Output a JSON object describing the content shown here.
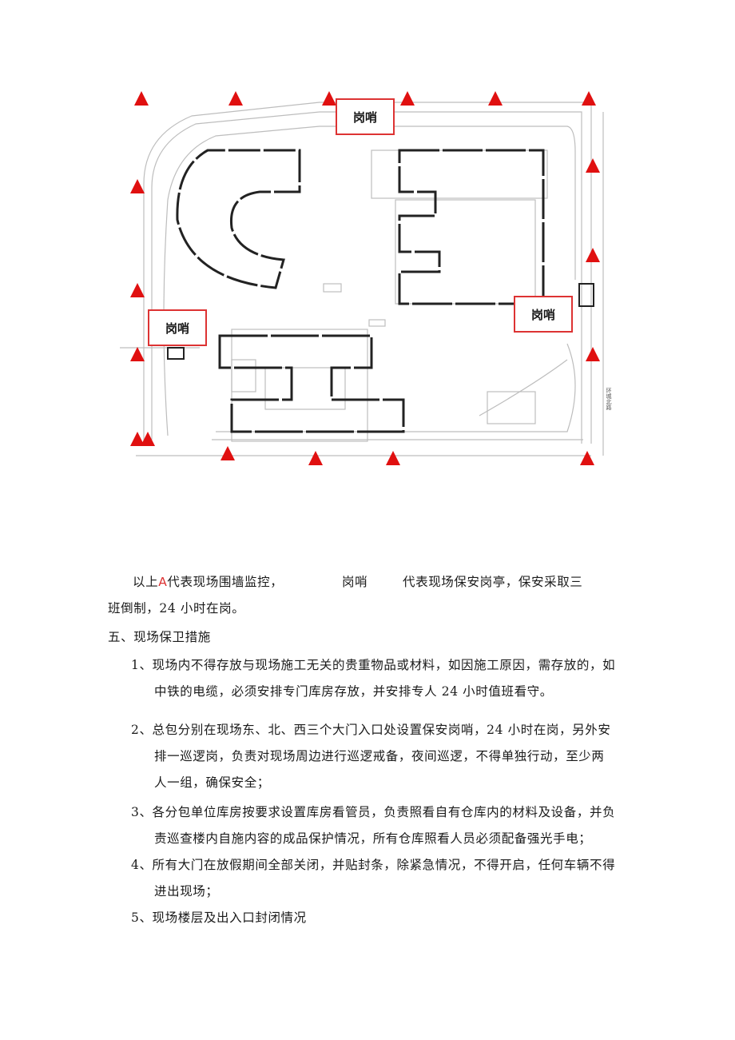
{
  "site_plan": {
    "guard_post_label": "岗哨",
    "road_label": "环城北路",
    "colors": {
      "monitor_marker": "#e01010",
      "guard_box_border": "#d33333",
      "building_outline": "#222222",
      "road_line": "#bbbbbb"
    }
  },
  "legend": {
    "prefix": "以上",
    "marker_symbol": "A",
    "marker_desc": "代表现场围墙监控，",
    "post_label": "岗哨",
    "post_desc": "代表现场保安岗亭，保安采取三",
    "continuation": "班倒制，24 小时在岗。"
  },
  "section": {
    "heading": "五、现场保卫措施",
    "items": [
      {
        "lines": [
          "1、现场内不得存放与现场施工无关的贵重物品或材料，如因施工原因，需存放的，如",
          "中铁的电缆，必须安排专门库房存放，并安排专人 24 小时值班看守。"
        ]
      },
      {
        "lines": [
          "2、总包分别在现场东、北、西三个大门入口处设置保安岗哨，24 小时在岗，另外安",
          "排一巡逻岗，负责对现场周边进行巡逻戒备，夜间巡逻，不得单独行动，至少两",
          "人一组，确保安全；"
        ]
      },
      {
        "lines": [
          "3、各分包单位库房按要求设置库房看管员，负责照看自有仓库内的材料及设备，并负",
          "责巡查楼内自施内容的成品保护情况，所有仓库照看人员必须配备强光手电；"
        ]
      },
      {
        "lines": [
          "4、所有大门在放假期间全部关闭，并贴封条，除紧急情况，不得开启，任何车辆不得",
          "进出现场；"
        ]
      },
      {
        "lines": [
          "5、现场楼层及出入口封闭情况"
        ]
      }
    ]
  }
}
